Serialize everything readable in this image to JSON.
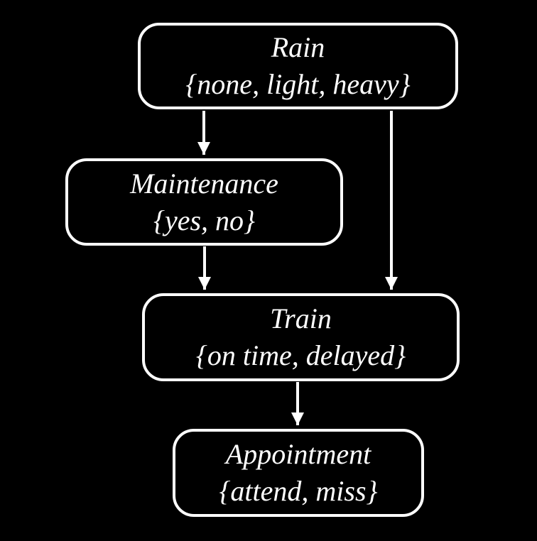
{
  "diagram": {
    "colors": {
      "background": "#000000",
      "node_border": "#ffffff",
      "text": "#ffffff",
      "arrow": "#ffffff"
    },
    "nodes": [
      {
        "id": "rain",
        "label": "Rain",
        "values": "{none, light, heavy}"
      },
      {
        "id": "maintenance",
        "label": "Maintenance",
        "values": "{yes, no}"
      },
      {
        "id": "train",
        "label": "Train",
        "values": "{on time, delayed}"
      },
      {
        "id": "appointment",
        "label": "Appointment",
        "values": "{attend, miss}"
      }
    ],
    "edges": [
      {
        "from": "Rain",
        "to": "Maintenance"
      },
      {
        "from": "Rain",
        "to": "Train"
      },
      {
        "from": "Maintenance",
        "to": "Train"
      },
      {
        "from": "Train",
        "to": "Appointment"
      }
    ]
  }
}
